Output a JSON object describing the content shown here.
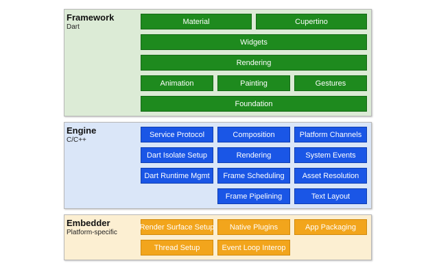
{
  "framework": {
    "title": "Framework",
    "subtitle": "Dart",
    "material": "Material",
    "cupertino": "Cupertino",
    "widgets": "Widgets",
    "rendering": "Rendering",
    "animation": "Animation",
    "painting": "Painting",
    "gestures": "Gestures",
    "foundation": "Foundation"
  },
  "engine": {
    "title": "Engine",
    "subtitle": "C/C++",
    "service_protocol": "Service Protocol",
    "composition": "Composition",
    "platform_channels": "Platform Channels",
    "dart_isolate_setup": "Dart Isolate Setup",
    "rendering": "Rendering",
    "system_events": "System Events",
    "dart_runtime_mgmt": "Dart Runtime Mgmt",
    "frame_scheduling": "Frame Scheduling",
    "asset_resolution": "Asset Resolution",
    "frame_pipelining": "Frame Pipelining",
    "text_layout": "Text Layout"
  },
  "embedder": {
    "title": "Embedder",
    "subtitle": "Platform-specific",
    "render_surface_setup": "Render Surface Setup",
    "native_plugins": "Native Plugins",
    "app_packaging": "App Packaging",
    "thread_setup": "Thread Setup",
    "event_loop_interop": "Event Loop Interop"
  },
  "colors": {
    "framework_fill": "#dcebd6",
    "framework_box": "#1e8a1e",
    "engine_fill": "#dae6f8",
    "engine_box": "#1a56e6",
    "embedder_fill": "#fcefd2",
    "embedder_box": "#f2a51c"
  }
}
